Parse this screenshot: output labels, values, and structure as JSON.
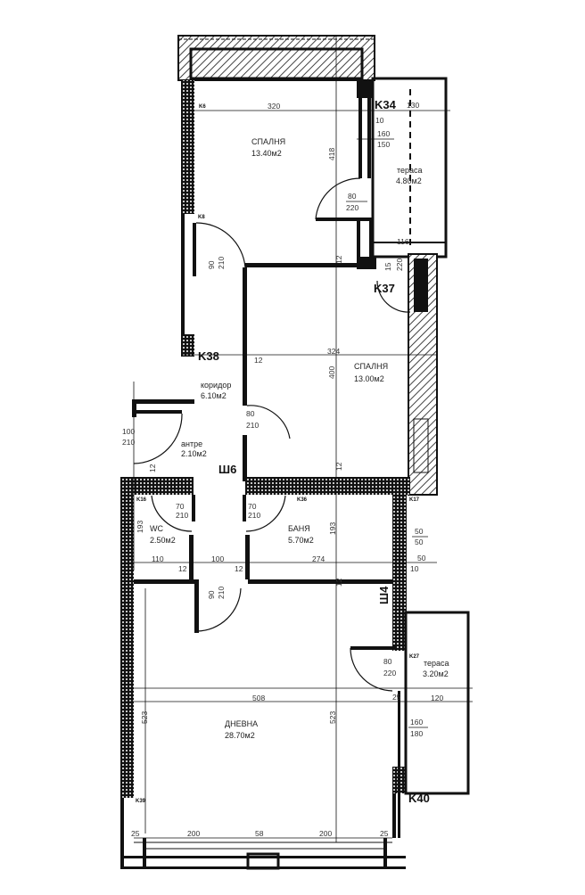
{
  "rooms": [
    {
      "name": "СПАЛНЯ",
      "area": "13.40м2"
    },
    {
      "name": "тераса",
      "area": "4.80м2"
    },
    {
      "name": "СПАЛНЯ",
      "area": "13.00м2"
    },
    {
      "name": "коридор",
      "area": "6.10м2"
    },
    {
      "name": "антре",
      "area": "2.10м2"
    },
    {
      "name": "WC",
      "area": "2.50м2"
    },
    {
      "name": "БАНЯ",
      "area": "5.70м2"
    },
    {
      "name": "тераса",
      "area": "3.20м2"
    },
    {
      "name": "ДНЕВНА",
      "area": "28.70м2"
    }
  ],
  "doors": [
    {
      "w": "80",
      "h": "220"
    },
    {
      "w": "90",
      "h": "210"
    },
    {
      "w": "80",
      "h": "210"
    },
    {
      "w": "100",
      "h": "210"
    },
    {
      "w": "70",
      "h": "210"
    },
    {
      "w": "70",
      "h": "210"
    },
    {
      "w": "90",
      "h": "210"
    },
    {
      "w": "80",
      "h": "220"
    }
  ],
  "windows": [
    {
      "w": "160",
      "h": "150"
    },
    {
      "w": "50",
      "h": "50"
    },
    {
      "w": "160",
      "h": "180"
    },
    {
      "w": "15",
      "h": "220"
    }
  ],
  "dimensions": [
    "320",
    "418",
    "130",
    "10",
    "116",
    "12",
    "324",
    "400",
    "12",
    "12",
    "193",
    "193",
    "110",
    "12",
    "100",
    "12",
    "274",
    "50",
    "10",
    "508",
    "120",
    "523",
    "523",
    "25",
    "200",
    "58",
    "200",
    "25",
    "25",
    "12",
    "12"
  ],
  "markers": [
    "K34",
    "K37",
    "K38",
    "Ш6",
    "K40",
    "Ш4"
  ],
  "small_markers": [
    "K6",
    "K8",
    "K16",
    "K36",
    "K17",
    "K27",
    "K39"
  ]
}
